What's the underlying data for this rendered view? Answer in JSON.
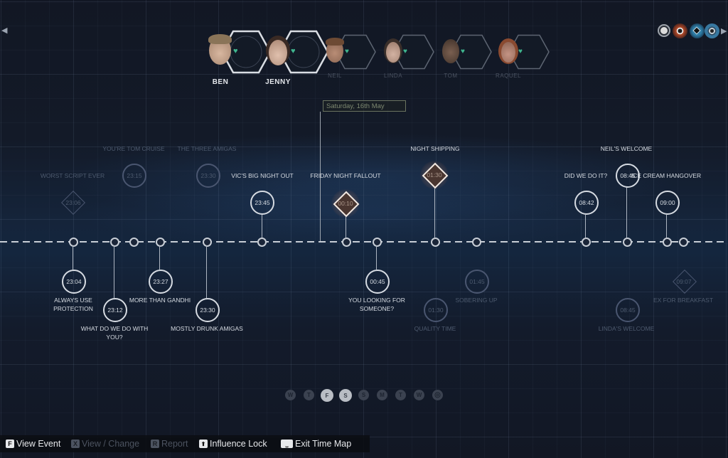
{
  "nav": {
    "left_arrow": "◀",
    "right_arrow": "▶"
  },
  "characters": [
    {
      "name": "BEN",
      "selected": true,
      "skin": "#cfae98",
      "hair": "#8a7458",
      "status_icon": "heart-icon"
    },
    {
      "name": "JENNY",
      "selected": true,
      "skin": "#d6b4a0",
      "hair": "#3a2a24",
      "status_icon": "heart-icon"
    },
    {
      "name": "NEIL",
      "selected": false,
      "skin": "#b98d76",
      "hair": "#6d4a34",
      "status_icon": "heart-icon"
    },
    {
      "name": "LINDA",
      "selected": false,
      "skin": "#c9a898",
      "hair": "#3a2f2a",
      "status_icon": "heart-icon"
    },
    {
      "name": "TOM",
      "selected": false,
      "skin": "#6e5548",
      "hair": "#4a382e",
      "status_icon": "heart-icon"
    },
    {
      "name": "RAQUEL",
      "selected": false,
      "skin": "#b88878",
      "hair": "#8a4a30",
      "status_icon": "heart-icon"
    }
  ],
  "filters": [
    {
      "name": "all-events-filter",
      "color": "#d8d8d8"
    },
    {
      "name": "orange-filter",
      "color": "#c4522e"
    },
    {
      "name": "diamond-filter",
      "color": "#3d8fb5"
    },
    {
      "name": "ring-filter",
      "color": "#3d8fb5"
    }
  ],
  "date_marker": "Saturday, 16th May",
  "events_above": [
    {
      "title": "WORST SCRIPT EVER",
      "time": "23:06",
      "shape": "diamond",
      "state": "faded"
    },
    {
      "title": "YOU'RE TOM CRUISE",
      "time": "23:15",
      "shape": "circle",
      "state": "faded"
    },
    {
      "title": "THE THREE AMIGAS",
      "time": "23:30",
      "shape": "circle",
      "state": "faded"
    },
    {
      "title": "VIC'S BIG NIGHT OUT",
      "time": "23:45",
      "shape": "circle",
      "state": "active"
    },
    {
      "title": "FRIDAY NIGHT FALLOUT",
      "time": "00:10",
      "shape": "diamond",
      "state": "glow"
    },
    {
      "title": "NIGHT SHIPPING",
      "time": "01:30",
      "shape": "diamond",
      "state": "glow"
    },
    {
      "title": "DID WE DO IT?",
      "time": "08:42",
      "shape": "circle",
      "state": "active"
    },
    {
      "title": "NEIL'S WELCOME",
      "time": "08:45",
      "shape": "circle",
      "state": "active"
    },
    {
      "title": "ICE CREAM HANGOVER",
      "time": "09:00",
      "shape": "circle",
      "state": "active"
    }
  ],
  "events_below": [
    {
      "title": "ALWAYS USE PROTECTION",
      "time": "23:04",
      "shape": "circle",
      "state": "active"
    },
    {
      "title": "WHAT DO WE DO WITH YOU?",
      "time": "23:12",
      "shape": "circle",
      "state": "active"
    },
    {
      "title": "MORE THAN GANDHI",
      "time": "23:27",
      "shape": "circle",
      "state": "active"
    },
    {
      "title": "MOSTLY DRUNK AMIGAS",
      "time": "23:30",
      "shape": "circle",
      "state": "active"
    },
    {
      "title": "YOU LOOKING FOR SOMEONE?",
      "time": "00:45",
      "shape": "circle",
      "state": "active"
    },
    {
      "title": "QUALITY TIME",
      "time": "01:30",
      "shape": "circle",
      "state": "faded"
    },
    {
      "title": "SOBERING UP",
      "time": "01:45",
      "shape": "circle",
      "state": "faded"
    },
    {
      "title": "LINDA'S WELCOME",
      "time": "08:45",
      "shape": "circle",
      "state": "faded"
    },
    {
      "title": "EX FOR BREAKFAST",
      "time": "09:07",
      "shape": "diamond",
      "state": "faded"
    }
  ],
  "days": [
    {
      "label": "W",
      "state": "dim"
    },
    {
      "label": "T",
      "state": "dim"
    },
    {
      "label": "F",
      "state": "active"
    },
    {
      "label": "S",
      "state": "active"
    },
    {
      "label": "S",
      "state": "dim"
    },
    {
      "label": "M",
      "state": "dim"
    },
    {
      "label": "T",
      "state": "dim"
    },
    {
      "label": "W",
      "state": "dim"
    },
    {
      "label": "◎",
      "state": "dim"
    }
  ],
  "controls": [
    {
      "key": "F",
      "label": "View Event",
      "enabled": true
    },
    {
      "key": "X",
      "label": "View / Change",
      "enabled": false
    },
    {
      "key": "R",
      "label": "Report",
      "enabled": false
    },
    {
      "key": "⬆",
      "label": "Influence Lock",
      "enabled": true
    },
    {
      "key": "⎵",
      "label": "Exit Time Map",
      "enabled": true
    }
  ]
}
